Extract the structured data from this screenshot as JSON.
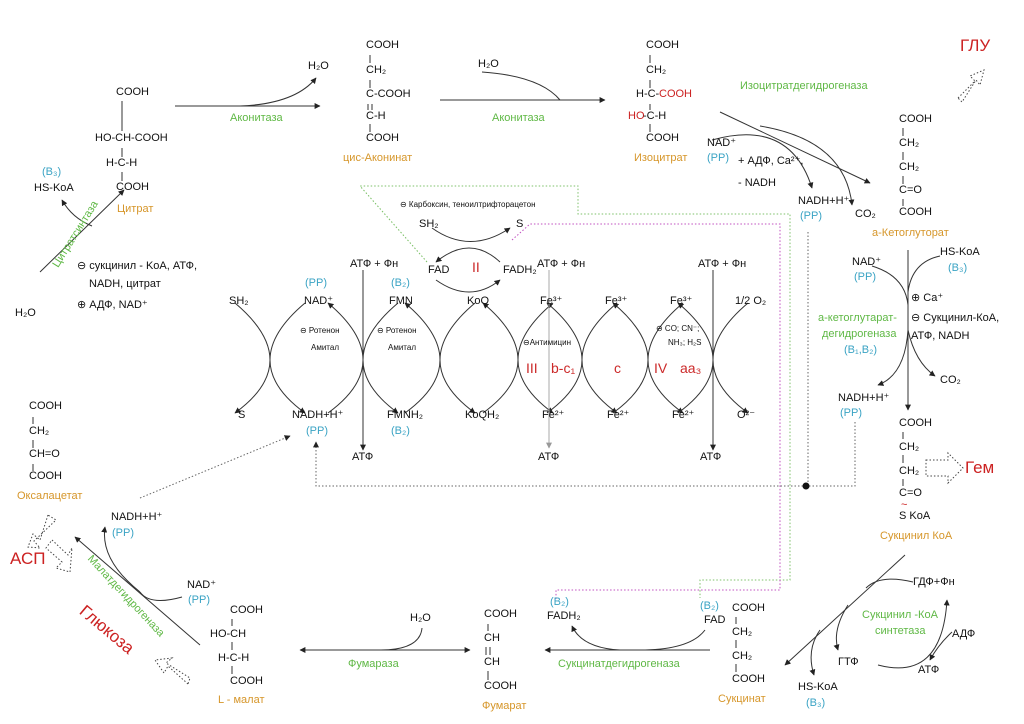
{
  "compounds": {
    "citrate": {
      "name": "Цитрат",
      "lines": [
        "COOH",
        "HO-CH-COOH",
        "H-C-H",
        "COOH"
      ]
    },
    "cis_aconitate": {
      "name": "цис-Аконинат",
      "lines": [
        "COOH",
        "CH₂",
        "C-COOH",
        "C-H",
        "COOH"
      ]
    },
    "isocitrate": {
      "name": "Изоцитрат",
      "lines": [
        "COOH",
        "CH₂",
        "H-C-",
        "COOH",
        "HO",
        "-C-H",
        "COOH"
      ]
    },
    "a_ketoglutarate": {
      "name": "а-Кетоглуторат",
      "lines": [
        "COOH",
        "CH₂",
        "CH₂",
        "C=O",
        "COOH"
      ]
    },
    "succinyl_coa": {
      "name": "Сукцинил КоА",
      "lines": [
        "COOH",
        "CH₂",
        "CH₂",
        "C=O",
        "~",
        "S KoA"
      ]
    },
    "succinate": {
      "name": "Сукцинат",
      "lines": [
        "COOH",
        "CH₂",
        "CH₂",
        "COOH"
      ]
    },
    "fumarate": {
      "name": "Фумарат",
      "lines": [
        "COOH",
        "CH",
        "CH",
        "COOH"
      ]
    },
    "malate": {
      "name": "L - малат",
      "lines": [
        "COOH",
        "HO-CH",
        "H-C-H",
        "COOH"
      ]
    },
    "oxaloacetate": {
      "name": "Оксалацетат",
      "lines": [
        "COOH",
        "CH₂",
        "CH=O",
        "COOH"
      ]
    }
  },
  "enzymes": {
    "aconitase1": "Аконитаза",
    "aconitase2": "Аконитаза",
    "icdh": "Изоцитратдегидрогеназа",
    "akgdh1": "а-кетоглутарат-",
    "akgdh2": "дегидрогеназа",
    "scs1": "Сукцинил -КоА",
    "scs2": "синтетаза",
    "sdh": "Сукцинатдегидрогеназа",
    "fumarase": "Фумараза",
    "mdh": "Малатдегидрогеназа",
    "citrate_synthase": "Цитратсинтаза"
  },
  "cofactors": {
    "h2o_1": "H₂O",
    "h2o_2": "H₂O",
    "h2o_3": "H₂O",
    "h2o_4": "H₂O",
    "icdh_nad": "NAD⁺",
    "icdh_pp": "(PP)",
    "icdh_reg1": "+ АДФ, Ca²⁺,",
    "icdh_reg2": "- NADH",
    "icdh_nadh": "NADH+H⁺",
    "icdh_nadh_pp": "(PP)",
    "icdh_co2": "CO₂",
    "cs_b3": "(B₃)",
    "cs_hskoa": "HS-KoA",
    "cs_inh1": "⊖ сукцинил - KoA, АТФ,",
    "cs_inh2": "NADH, цитрат",
    "cs_act": "⊕ АДФ, NAD⁺",
    "akg_nad": "NAD⁺",
    "akg_pp": "(PP)",
    "akg_hskoa": "HS-KoA",
    "akg_b3": "(B₃)",
    "akg_act": "⊕ Ca⁺",
    "akg_inh1": "⊖ Сукцинил-КоА,",
    "akg_inh2": "АТФ, NADH",
    "akg_vit": "(B₁,B₂)",
    "akg_co2": "CO₂",
    "akg_nadh": "NADH+H⁺",
    "akg_nadh_pp": "(PP)",
    "scs_gdp": "ГДФ+Фн",
    "scs_adp": "АДФ",
    "scs_atp": "АТФ",
    "scs_gtp": "ГТФ",
    "scs_hskoa": "HS-KoA",
    "scs_b3": "(B₃)",
    "sdh_b2a": "(B₂)",
    "sdh_fadh2": "FADH₂",
    "sdh_b2b": "(B₂)",
    "sdh_fad": "FAD",
    "mdh_nadh": "NADH+H⁺",
    "mdh_nadh_pp": "(PP)",
    "mdh_nad": "NAD⁺",
    "mdh_pp": "(PP)"
  },
  "products": {
    "glu": "ГЛУ",
    "asp": "АСП",
    "glucose": "Глюкоза",
    "heme": "Гем"
  },
  "chain": {
    "complex2": {
      "inhibitor": "⊖ Карбоксин, теноилтрифторацетон",
      "sh2": "SH₂",
      "s": "S",
      "fad": "FAD",
      "label": "II",
      "fadh2": "FADH₂"
    },
    "atp_in": [
      "АТФ + Фн",
      "АТФ + Фн",
      "АТФ + Фн"
    ],
    "atp_out": [
      "АТФ",
      "АТФ",
      "АТФ"
    ],
    "top": [
      "SH₂",
      "NAD⁺",
      "FMN",
      "KoQ",
      "Fe³⁺",
      "Fe³⁺",
      "Fe³⁺",
      "1/2 O₂"
    ],
    "top_vit": [
      "(PP)",
      "(B₂)"
    ],
    "bottom": [
      "S",
      "NADH+H⁺",
      "FMNH₂",
      "KoQH₂",
      "Fe²⁺",
      "Fe²⁺",
      "Fe²⁺",
      "O²⁻"
    ],
    "bottom_vit": [
      "(PP)",
      "(B₂)"
    ],
    "inhibitors": [
      "⊖ Ротенон",
      "Амитал",
      "⊖ Ротенон",
      "Амитал",
      "⊖Антимицин",
      "⊖ CO; CN⁻;",
      "NH₃; H₂S"
    ],
    "complexes": [
      "III",
      "b-c₁",
      "c",
      "IV",
      "aa₃"
    ]
  },
  "colors": {
    "enzyme": "#5fb845",
    "compound": "#d6962a",
    "vitamin": "#3aa3c4",
    "product": "#cc2222"
  }
}
